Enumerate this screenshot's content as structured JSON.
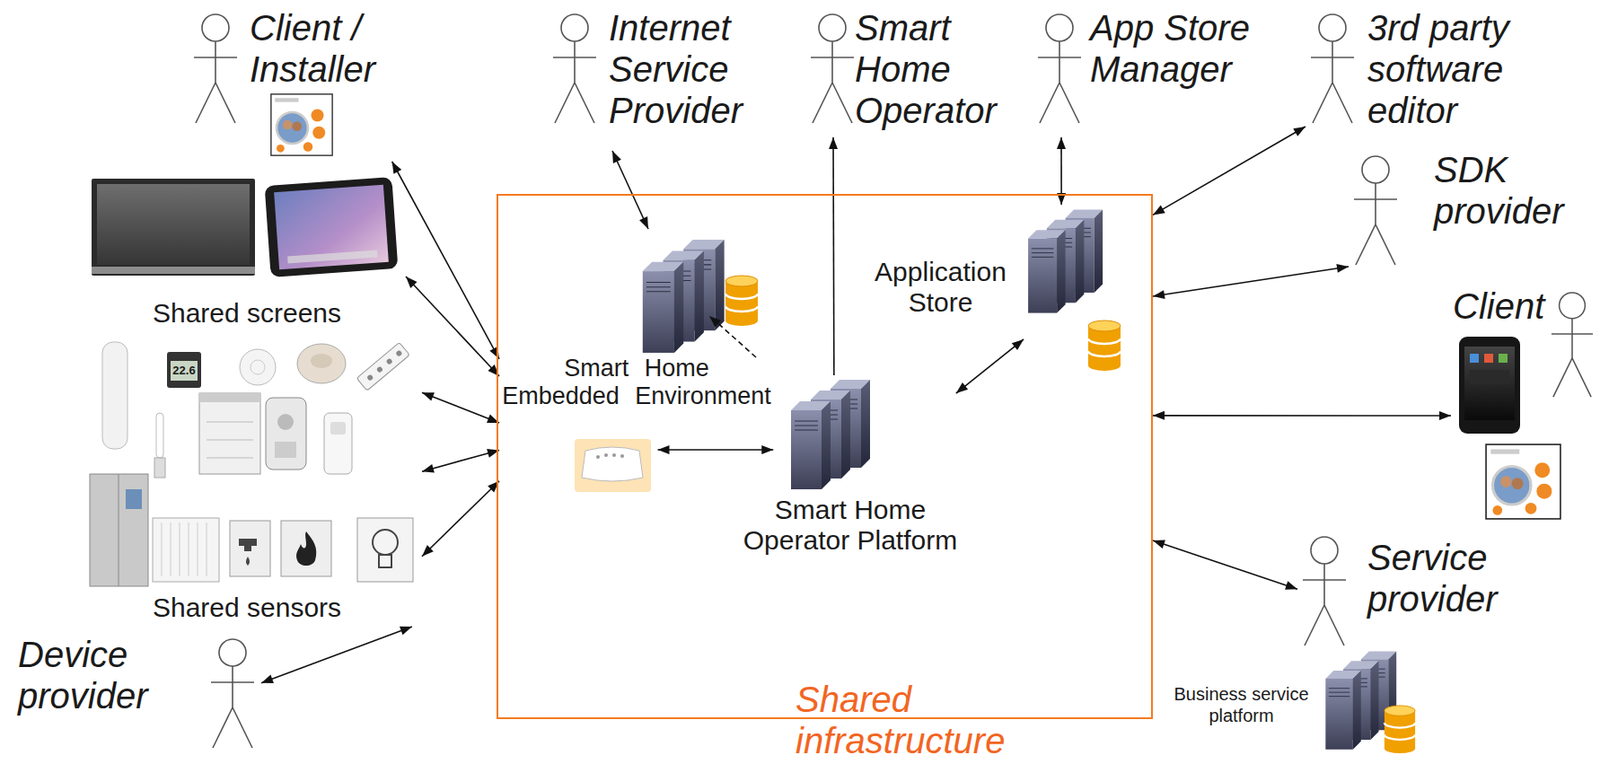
{
  "diagram": {
    "nodes": [
      {
        "text": [
          "Client / Installer"
        ]
      },
      {
        "text": [
          "Internet Service Provider"
        ]
      },
      {
        "text": [
          "Smart Home Operator"
        ]
      },
      {
        "text": [
          "App Store Manager"
        ]
      },
      {
        "text": [
          "3rd party software editor"
        ]
      },
      {
        "text": [
          "SDK provider"
        ]
      },
      {
        "text": [
          "Shared screens"
        ]
      },
      {
        "text": [
          "Shared infrastructure"
        ]
      },
      {
        "text": [
          "Application Store"
        ],
        "in": 7
      },
      {
        "text": [
          "Smart Home Embedded Environment"
        ],
        "in": 7
      },
      {
        "text": [
          "Smart Home Operator Platform"
        ],
        "in": 7
      },
      {
        "text": [
          "Client"
        ]
      },
      {
        "text": [
          "Shared sensors"
        ]
      },
      {
        "text": [
          "Service provider"
        ]
      },
      {
        "text": [
          "Business service platform"
        ]
      },
      {
        "text": [
          "Device provider"
        ]
      }
    ],
    "edges": [
      {
        "from": 0,
        "to": 9,
        "arrow": "both"
      },
      {
        "from": 6,
        "to": 9,
        "arrow": "both"
      },
      {
        "from": 12,
        "to": 9,
        "arrow": "both"
      },
      {
        "from": 12,
        "to": 9,
        "arrow": "both"
      },
      {
        "from": 12,
        "to": 9,
        "arrow": "both"
      },
      {
        "from": 15,
        "to": 12,
        "arrow": "both"
      },
      {
        "from": 10,
        "to": 2,
        "arrow": "to"
      },
      {
        "from": 3,
        "to": 8,
        "arrow": "both"
      },
      {
        "from": 9,
        "to": 10,
        "arrow": "both"
      },
      {
        "from": 10,
        "to": 8,
        "arrow": "both"
      },
      {
        "from": 4,
        "to": 7,
        "arrow": "both"
      },
      {
        "from": 5,
        "to": 7,
        "arrow": "both"
      },
      {
        "from": 11,
        "to": 7,
        "arrow": "both"
      },
      {
        "from": 13,
        "to": 7,
        "arrow": "both"
      }
    ],
    "labels": [
      "22.6"
    ]
  }
}
